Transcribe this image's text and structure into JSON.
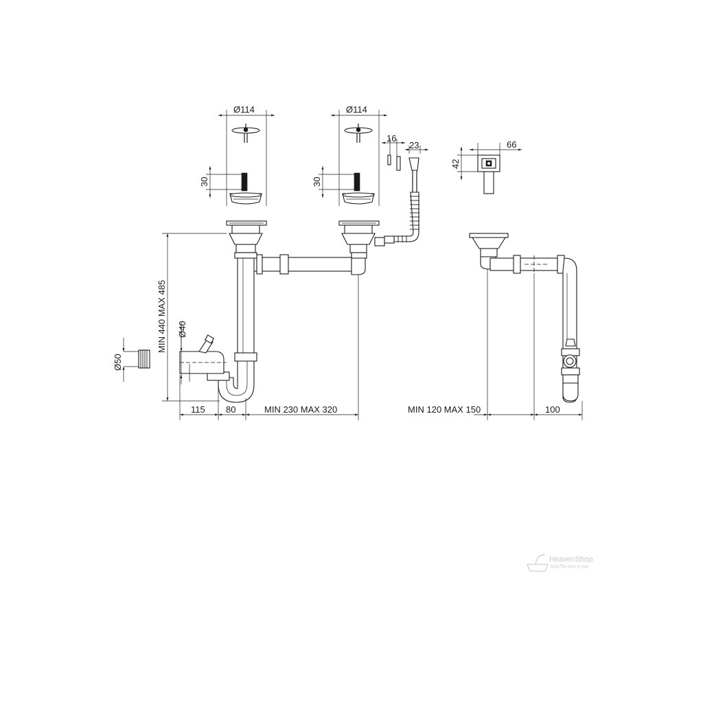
{
  "dimensions": {
    "strainer_left_diameter": "Ø114",
    "strainer_right_diameter": "Ø114",
    "strainer_left_depth": "30",
    "strainer_right_depth": "30",
    "overflow_width": "16",
    "overflow_hose_width": "23",
    "overflow_head_height": "42",
    "overflow_head_width": "66",
    "height_range": "MIN 440 MAX 485",
    "inlet_diameter": "Ø40",
    "outlet_diameter": "Ø50",
    "offset_115": "115",
    "offset_80": "80",
    "bowl_spacing": "MIN 230 MAX 320",
    "side_range": "MIN 120 MAX 150",
    "side_offset": "100"
  },
  "watermark": {
    "brand": "HeavenShop",
    "tagline": "kúpeľňa snov a viac"
  }
}
